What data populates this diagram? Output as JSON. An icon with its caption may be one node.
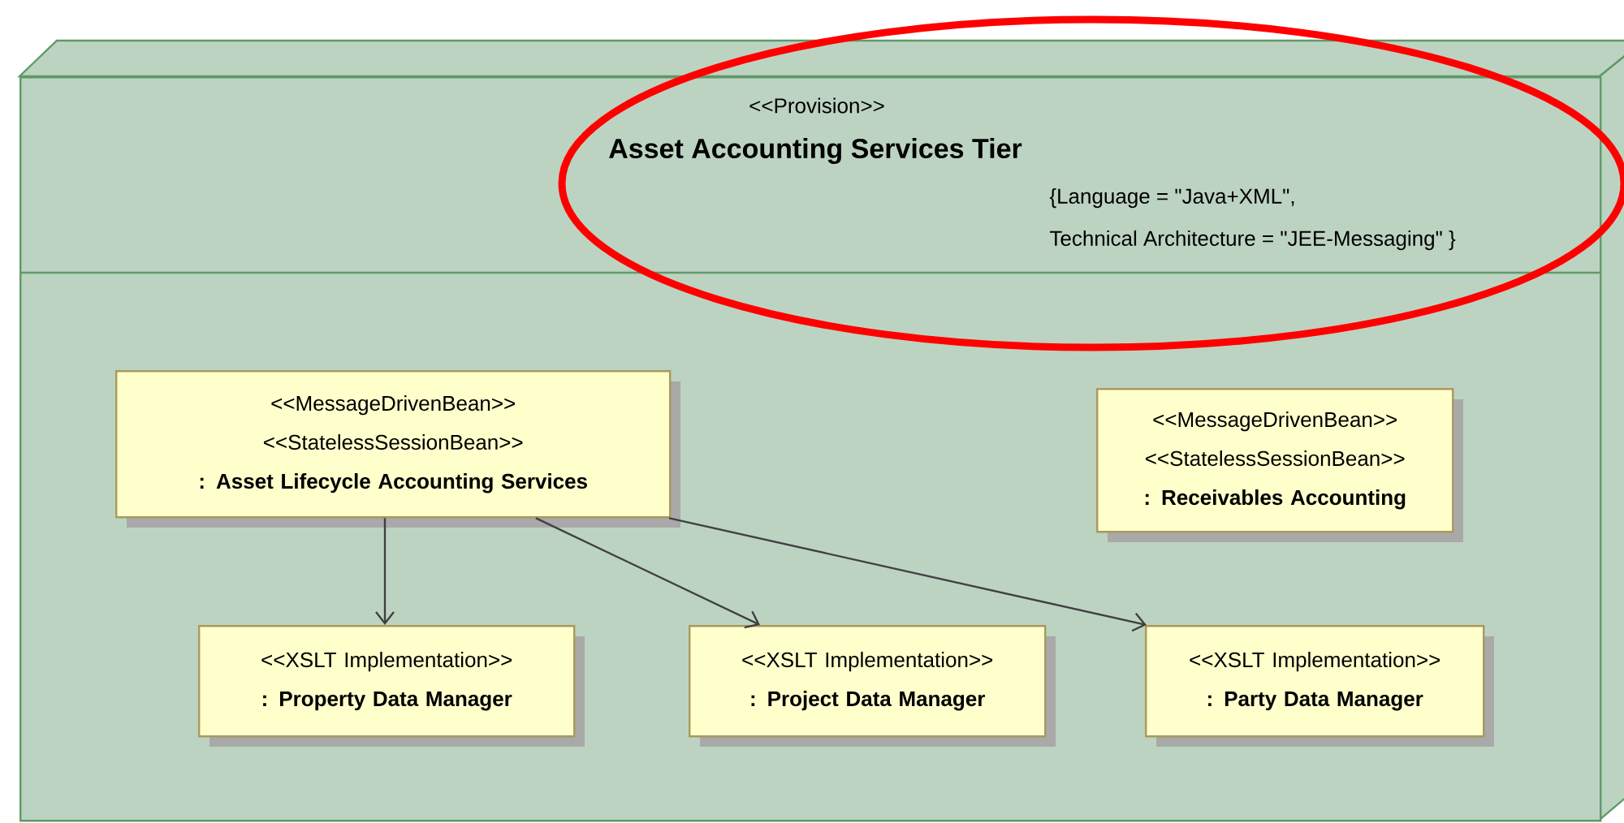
{
  "diagram": {
    "nodes": [
      {
        "text": [
          "<<Provision>>",
          "Asset Accounting Services Tier",
          "{Language = \"Java+XML\",",
          "Technical Architecture = \"JEE-Messaging\" }"
        ]
      },
      {
        "text": [
          "<<MessageDrivenBean>>",
          "<<StatelessSessionBean>>",
          ": Asset Lifecycle Accounting Services"
        ],
        "in": 0
      },
      {
        "text": [
          "<<MessageDrivenBean>>",
          "<<StatelessSessionBean>>",
          ": Receivables Accounting"
        ],
        "in": 0
      },
      {
        "text": [
          "<<XSLT Implementation>>",
          ": Property Data Manager"
        ],
        "in": 0
      },
      {
        "text": [
          "<<XSLT Implementation>>",
          ": Project Data Manager"
        ],
        "in": 0
      },
      {
        "text": [
          "<<XSLT Implementation>>",
          ": Party  Data Manager"
        ],
        "in": 0
      }
    ],
    "edges": [
      {
        "from": 1,
        "to": 3,
        "arrow": "to"
      },
      {
        "from": 1,
        "to": 4,
        "arrow": "to"
      },
      {
        "from": 1,
        "to": 5,
        "arrow": "to"
      }
    ]
  }
}
